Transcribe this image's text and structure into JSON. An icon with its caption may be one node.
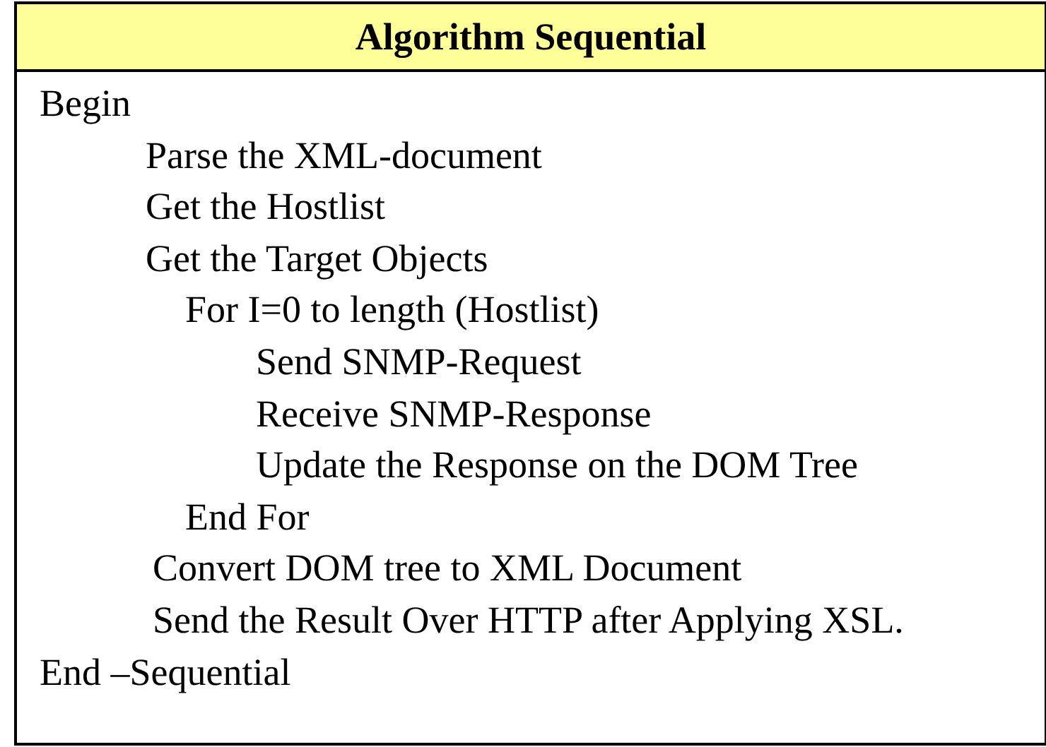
{
  "diagram": {
    "nodes": [
      {
        "text": [
          "Algorithm Sequential"
        ]
      },
      {
        "text": [
          "Begin",
          "Parse the XML-document",
          "Get the Hostlist",
          "Get the Target Objects",
          "For I=0 to length (Hostlist)",
          "Send SNMP-Request",
          "Receive SNMP-Response",
          "Update the Response on the DOM Tree",
          "End For",
          "Convert DOM tree to XML Document",
          "Send the Result Over HTTP after Applying XSL.",
          "End –Sequential"
        ]
      }
    ]
  }
}
